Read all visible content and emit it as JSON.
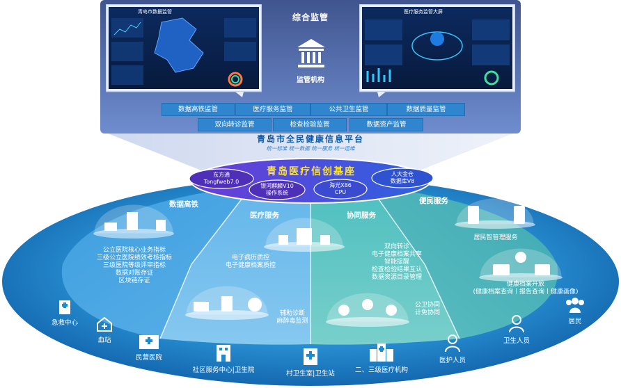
{
  "supervision": {
    "title": "综合监管",
    "agency_label": "监管机构",
    "left_screen_title": "青岛市数据监管",
    "right_screen_title": "医疗服务监管大屏",
    "tags_row1": [
      "数据高铁监管",
      "医疗服务监管",
      "公共卫生监管",
      "数据质量监管"
    ],
    "tags_row2": [
      "双向转诊监管",
      "检查检验监管",
      "数据资产监管"
    ]
  },
  "platform": {
    "title": "青岛市全民健康信息平台",
    "subtitle": "统一标准  统一数据  统一服务  统一运维"
  },
  "core": {
    "title": "青岛医疗信创基座",
    "pills": [
      {
        "line1": "东方通",
        "line2": "Tongfweb7.0"
      },
      {
        "line1": "银河麒麟V10",
        "line2": "操作系统"
      },
      {
        "line1": "海光X86",
        "line2": "CPU"
      },
      {
        "line1": "人大金仓",
        "line2": "数据库V8"
      }
    ]
  },
  "sections": {
    "data_rail": {
      "title": "数据高铁",
      "lines": [
        "公立医院核心业务指标",
        "三级公立医院绩效考核指标",
        "三级医院等级评审指标",
        "数据对账存证",
        "区块链存证"
      ]
    },
    "medical_service": {
      "title": "医疗服务",
      "lines": [
        "电子病历质控",
        "电子健康档案质控"
      ],
      "aux_lines": [
        "辅助诊断",
        "麻醉毒监测"
      ]
    },
    "collaboration": {
      "title": "协同服务",
      "lines": [
        "双向转诊",
        "电子健康档案共享",
        "智能提醒",
        "检查检验结果互认",
        "数据资源目录管理"
      ],
      "aux_lines": [
        "公卫协同",
        "计免协同"
      ]
    },
    "public_service": {
      "title": "便民服务",
      "app_label": "居民智管理服务",
      "lines": [
        "健康档案开放",
        "(健康档案查询丨报告查询丨健康画像)"
      ]
    }
  },
  "entities": [
    "急救中心",
    "血站",
    "民营医院",
    "社区服务中心|卫生院",
    "村卫生室|卫生站",
    "二、三级医疗机构",
    "医护人员",
    "卫生人员",
    "居民"
  ],
  "colors": {
    "accent": "#2f86cf",
    "header_bg": "#5773b7",
    "ellipse": "#1b8ccf",
    "core_yellow": "#ffe436"
  }
}
